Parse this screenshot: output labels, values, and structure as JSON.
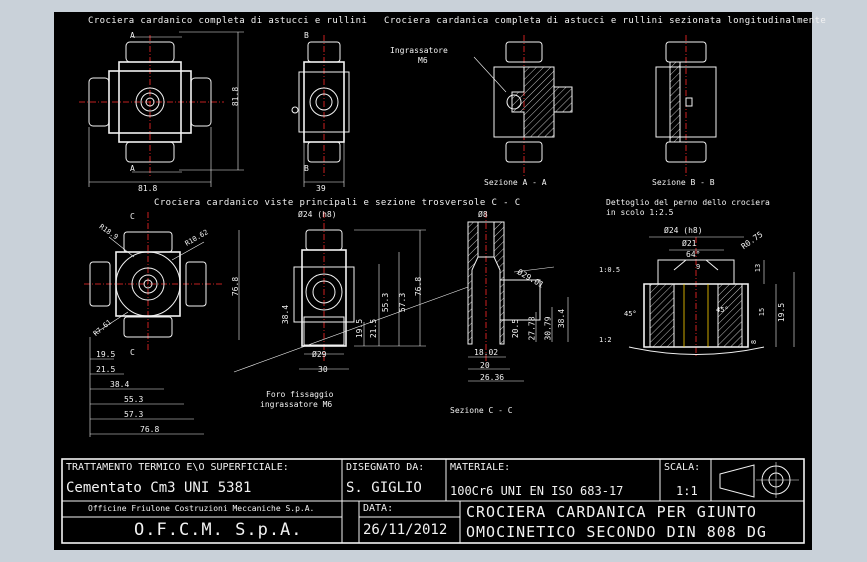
{
  "views": {
    "top_left_title": "Crociera cardanico completa di astucci e rullini",
    "top_right_title": "Crociera cardanica completa di astucci e rullini sezionata longitudinalmente",
    "middle_left_title": "Crociera cardanico viste principali e sezione trosversole C - C",
    "detail_title_1": "Dettoglio del perno dello crociera",
    "detail_title_2": "in scolo 1:2.5",
    "ingrassatore_1": "Ingrassatore",
    "ingrassatore_2": "M6",
    "section_a": "Sezione A - A",
    "section_b": "Sezione B - B",
    "section_c": "Sezione C - C",
    "foro_1": "Foro fissaggio",
    "foro_2": "ingrassatore M6"
  },
  "dimensions": {
    "d81_8_v": "81.8",
    "d81_8_h": "81.8",
    "d39": "39",
    "A_top": "A",
    "A_bot": "A",
    "B_top": "B",
    "B_bot": "B",
    "C_top": "C",
    "C_bot": "C",
    "r18_9": "R18.9",
    "r10_62": "R10.62",
    "r7_61": "R7.61",
    "d76_8_v": "76.8",
    "d19_5": "19.5",
    "d21_5": "21.5",
    "d38_4": "38.4",
    "d55_3": "55.3",
    "d57_3": "57.3",
    "d76_8_h": "76.8",
    "d24_h8": "Ø24 (h8)",
    "d38_4_v": "38.4",
    "d19_5_v": "19.5",
    "d21_5_v": "21.5",
    "d55_3_v": "55.3",
    "d57_3_v": "57.3",
    "d76_8_v2": "76.8",
    "d29": "Ø29",
    "d30": "30",
    "d8": "Ø8",
    "d29_01": "Ø29.01",
    "d20_5": "20.5",
    "d27_78": "27.78",
    "d30_79": "30.79",
    "d38_4_c": "38.4",
    "d18_02": "18.02",
    "d20": "20",
    "d26_36": "26.36",
    "det_24": "Ø24 (h8)",
    "det_21": "Ø21",
    "det_64": "64°",
    "det_9": "9",
    "det_r0_75": "R0.75",
    "det_13": "13",
    "det_1_05": "1:0.5",
    "det_45a": "45°",
    "det_45b": "45°",
    "det_15": "15",
    "det_19_5": "19.5",
    "det_8": "8",
    "det_1_2": "1:2"
  },
  "title_block": {
    "treatment_label": "TRATTAMENTO TERMICO E\\O SUPERFICIALE:",
    "treatment_value": "Cementato Cm3 UNI 5381",
    "drawn_label": "DISEGNATO DA:",
    "drawn_value": "S. GIGLIO",
    "material_label": "MATERIALE:",
    "material_value": "100Cr6 UNI EN ISO 683-17",
    "scale_label": "SCALA:",
    "scale_value": "1:1",
    "company_small": "Officine Friulone Costruzioni Meccaniche S.p.A.",
    "company_big": "O.F.C.M. S.p.A.",
    "date_label": "DATA:",
    "date_value": "26/11/2012",
    "title_1": "CROCIERA CARDANICA PER GIUNTO",
    "title_2": "OMOCINETICO SECONDO DIN 808 DG"
  },
  "colors": {
    "background": "#000000",
    "lines": "#f2f2f2",
    "centerlines": "#ff2a2a",
    "hidden": "#ffd400",
    "frame": "#c9d1d9"
  }
}
